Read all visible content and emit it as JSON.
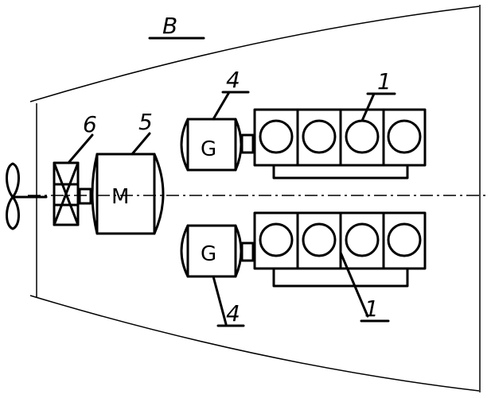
{
  "view_label": "B",
  "motor": {
    "label": "5",
    "mark": "M"
  },
  "clutch": {
    "label": "6"
  },
  "generator_top": {
    "label": "4",
    "mark": "G"
  },
  "generator_bottom": {
    "label": "4",
    "mark": "G"
  },
  "engine_top": {
    "label": "1"
  },
  "engine_bottom": {
    "label": "1"
  }
}
